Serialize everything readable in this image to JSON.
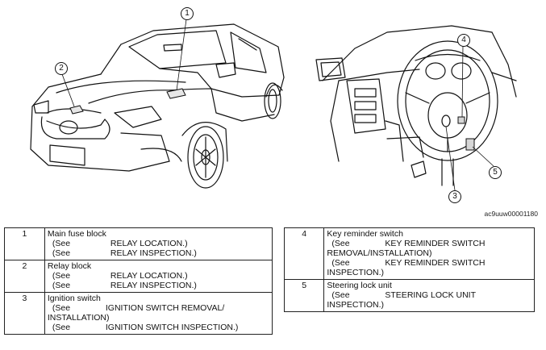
{
  "figure_id": "ac9uuw00001180",
  "callouts": [
    "1",
    "2",
    "3",
    "4",
    "5"
  ],
  "legend_left": [
    {
      "num": "1",
      "title": "Main fuse block",
      "refs": [
        {
          "see": "(See",
          "text": "RELAY LOCATION.)"
        },
        {
          "see": "(See",
          "text": "RELAY INSPECTION.)"
        }
      ]
    },
    {
      "num": "2",
      "title": "Relay block",
      "refs": [
        {
          "see": "(See",
          "text": "RELAY LOCATION.)"
        },
        {
          "see": "(See",
          "text": "RELAY INSPECTION.)"
        }
      ]
    },
    {
      "num": "3",
      "title": "Ignition switch",
      "refs": [
        {
          "see": "(See",
          "text": "IGNITION SWITCH REMOVAL/ INSTALLATION)"
        },
        {
          "see": "(See",
          "text": "IGNITION SWITCH INSPECTION.)"
        }
      ]
    }
  ],
  "legend_right": [
    {
      "num": "4",
      "title": "Key reminder switch",
      "refs": [
        {
          "see": "(See",
          "text": "KEY REMINDER SWITCH REMOVAL/INSTALLATION)"
        },
        {
          "see": "(See",
          "text": "KEY REMINDER SWITCH INSPECTION.)"
        }
      ]
    },
    {
      "num": "5",
      "title": "Steering lock unit",
      "refs": [
        {
          "see": "(See",
          "text": "STEERING LOCK UNIT INSPECTION.)"
        }
      ]
    }
  ]
}
